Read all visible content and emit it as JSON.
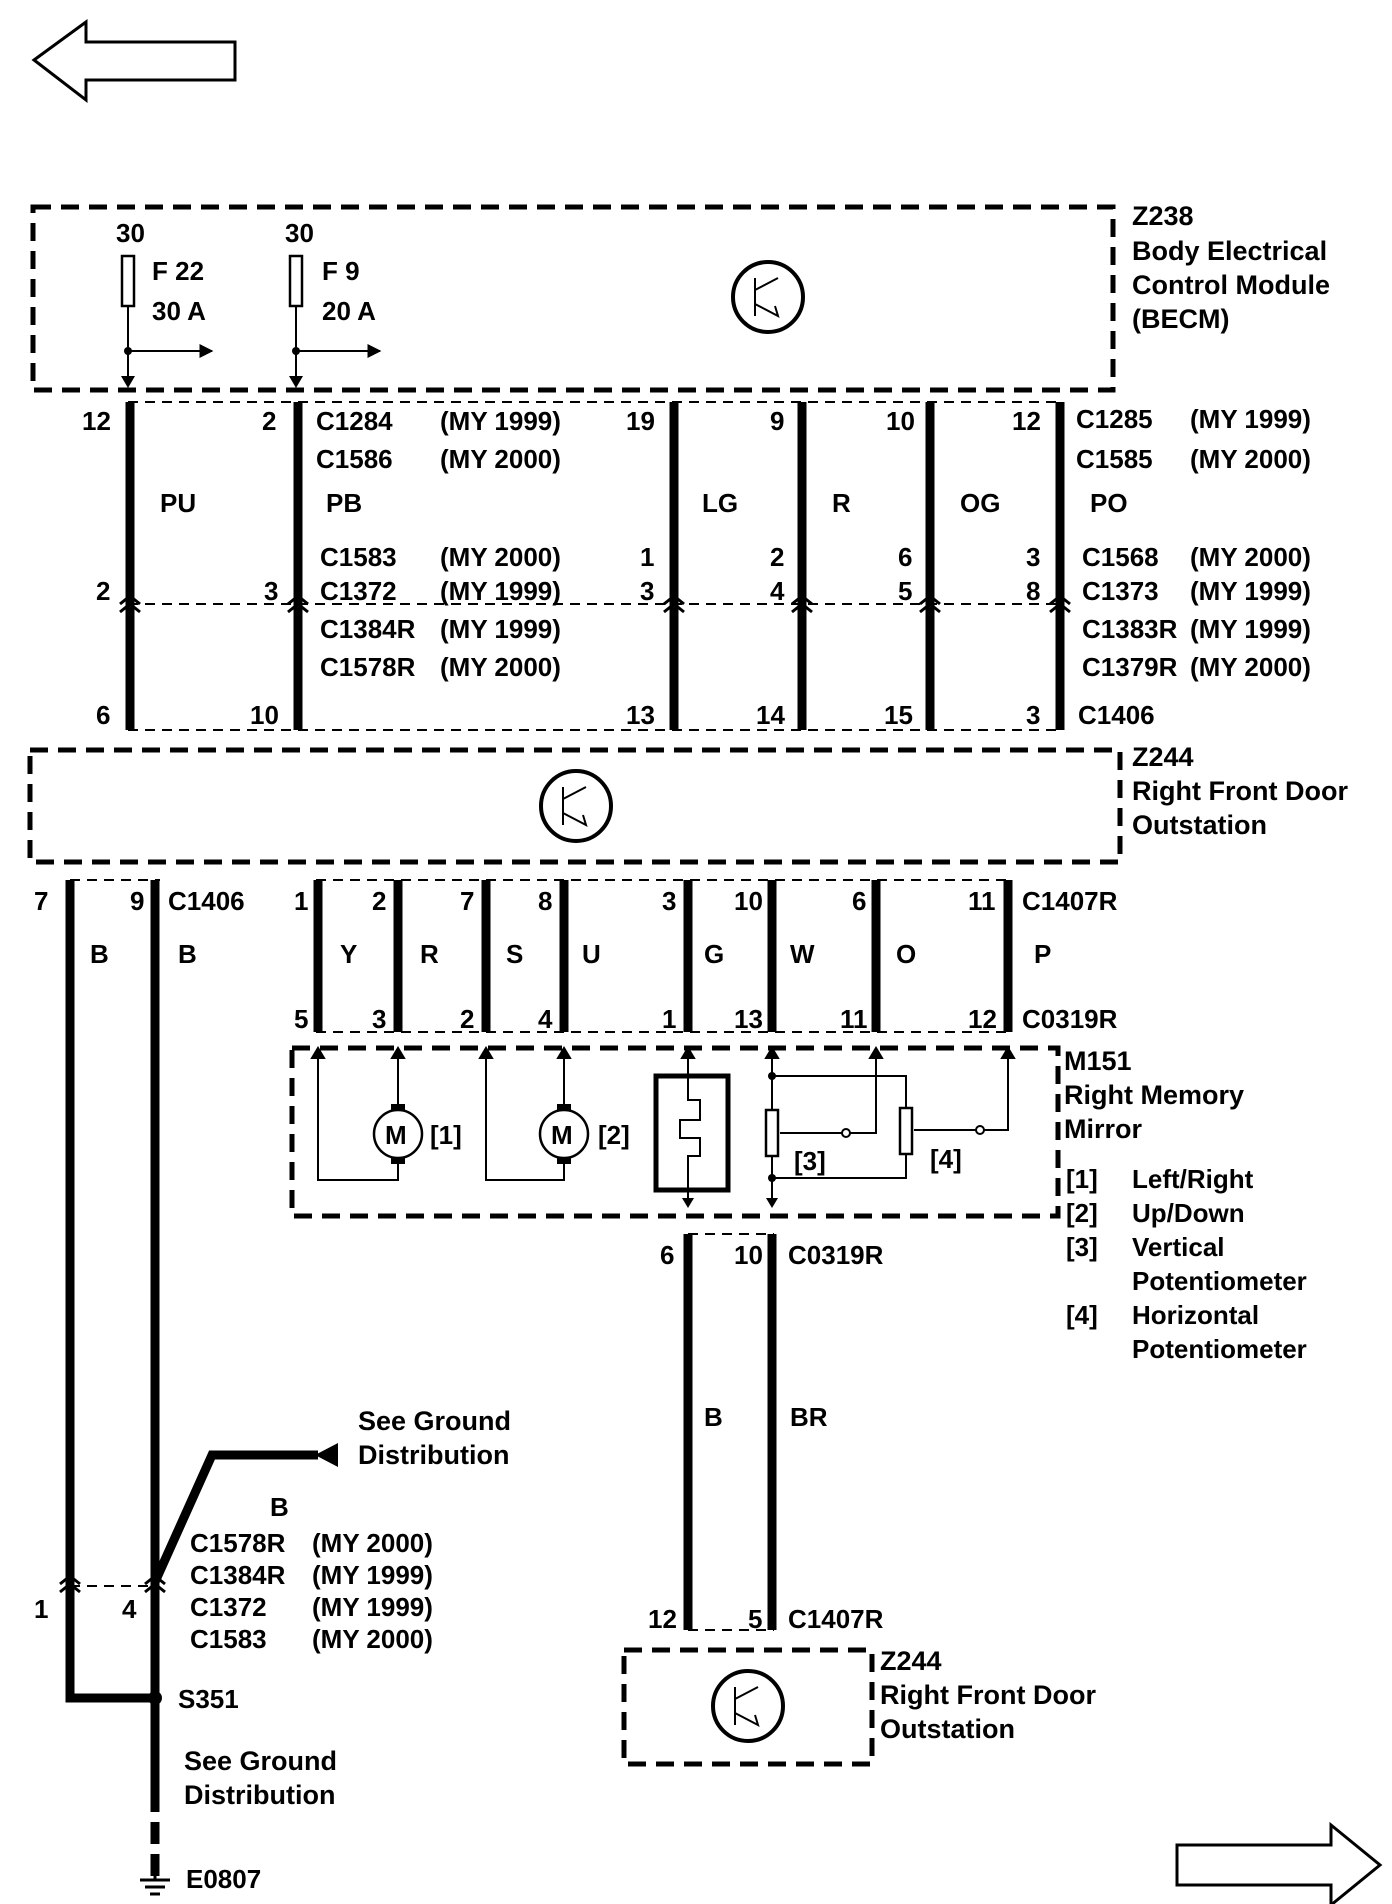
{
  "nav": {
    "prev_arrow": "left-arrow",
    "next_arrow": "right-arrow"
  },
  "becm": {
    "id": "Z238",
    "name_lines": [
      "Body Electrical",
      "Control Module",
      "(BECM)"
    ],
    "fuse_a": {
      "rating_top": "30",
      "label": "F 22",
      "amps": "30 A"
    },
    "fuse_b": {
      "rating_top": "30",
      "label": "F 9",
      "amps": "20 A"
    }
  },
  "upper_left": {
    "pins_top": [
      "12",
      "2"
    ],
    "colors": [
      "PU",
      "PB"
    ],
    "pins_mid": [
      "2",
      "3"
    ],
    "pins_bottom": [
      "6",
      "10"
    ],
    "connectors_top": [
      {
        "code": "C1284",
        "year": "(MY 1999)"
      },
      {
        "code": "C1586",
        "year": "(MY 2000)"
      }
    ],
    "connectors_mid": [
      {
        "code": "C1583",
        "year": "(MY 2000)"
      },
      {
        "code": "C1372",
        "year": "(MY 1999)"
      },
      {
        "code": "C1384R",
        "year": "(MY 1999)"
      },
      {
        "code": "C1578R",
        "year": "(MY 2000)"
      }
    ]
  },
  "upper_right": {
    "pins_top": [
      "19",
      "9",
      "10",
      "12"
    ],
    "colors": [
      "LG",
      "R",
      "OG",
      "PO"
    ],
    "pins_mid_a": [
      "1",
      "2",
      "6",
      "3"
    ],
    "pins_mid_b": [
      "3",
      "4",
      "5",
      "8"
    ],
    "pins_bottom": [
      "13",
      "14",
      "15",
      "3"
    ],
    "connectors_top": [
      {
        "code": "C1285",
        "year": "(MY 1999)"
      },
      {
        "code": "C1585",
        "year": "(MY 2000)"
      }
    ],
    "connectors_mid": [
      {
        "code": "C1568",
        "year": "(MY 2000)"
      },
      {
        "code": "C1373",
        "year": "(MY 1999)"
      },
      {
        "code": "C1383R",
        "year": "(MY 1999)"
      },
      {
        "code": "C1379R",
        "year": "(MY 2000)"
      }
    ],
    "connector_bottom": "C1406"
  },
  "outstation": {
    "id": "Z244",
    "name_lines": [
      "Right Front Door",
      "Outstation"
    ]
  },
  "ground_section": {
    "pins_top": [
      "7",
      "9"
    ],
    "connector_top": "C1406",
    "colors": [
      "B",
      "B"
    ],
    "see_ground_lines": [
      "See Ground",
      "Distribution"
    ],
    "branch_color": "B",
    "pins_mid": [
      "1",
      "4"
    ],
    "connectors_mid": [
      {
        "code": "C1578R",
        "year": "(MY 2000)"
      },
      {
        "code": "C1384R",
        "year": "(MY 1999)"
      },
      {
        "code": "C1372",
        "year": "(MY 1999)"
      },
      {
        "code": "C1583",
        "year": "(MY 2000)"
      }
    ],
    "splice": "S351",
    "see_ground_lines_2": [
      "See Ground",
      "Distribution"
    ],
    "ground_point": "E0807"
  },
  "mirror_wires": {
    "pins_top": [
      "1",
      "2",
      "7",
      "8",
      "3",
      "10",
      "6",
      "11"
    ],
    "connector_top": "C1407R",
    "colors": [
      "Y",
      "R",
      "S",
      "U",
      "G",
      "W",
      "O",
      "P"
    ],
    "pins_bottom": [
      "5",
      "3",
      "2",
      "4",
      "1",
      "13",
      "11",
      "12"
    ],
    "connector_bottom": "C0319R"
  },
  "mirror": {
    "id": "M151",
    "name_lines": [
      "Right Memory",
      "Mirror"
    ],
    "motor_symbol": "M",
    "ref1": "[1]",
    "ref2": "[2]",
    "ref3": "[3]",
    "ref4": "[4]",
    "legend": [
      {
        "ref": "[1]",
        "lines": [
          "Left/Right"
        ]
      },
      {
        "ref": "[2]",
        "lines": [
          "Up/Down"
        ]
      },
      {
        "ref": "[3]",
        "lines": [
          "Vertical",
          "Potentiometer"
        ]
      },
      {
        "ref": "[4]",
        "lines": [
          "Horizontal",
          "Potentiometer"
        ]
      }
    ]
  },
  "lower_wires": {
    "pins_top": [
      "6",
      "10"
    ],
    "connector_top": "C0319R",
    "colors": [
      "B",
      "BR"
    ],
    "pins_bottom": [
      "12",
      "5"
    ],
    "connector_bottom": "C1407R"
  },
  "outstation_2": {
    "id": "Z244",
    "name_lines": [
      "Right Front Door",
      "Outstation"
    ]
  }
}
